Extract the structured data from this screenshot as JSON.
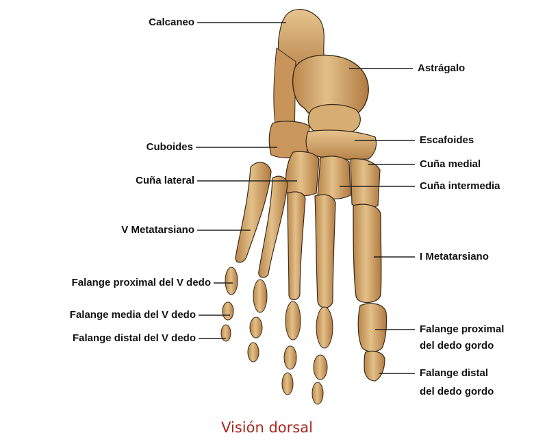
{
  "diagram": {
    "caption": "Visión dorsal",
    "colors": {
      "bone_fill": "#d4a86a",
      "bone_light": "#e9cc94",
      "bone_outline": "#3a2a1a",
      "leader": "#222222",
      "caption": "#a8281e"
    },
    "labels": {
      "calcaneo": "Calcaneo",
      "astragalo": "Astrágalo",
      "cuboides": "Cuboides",
      "escafoides": "Escafoides",
      "cuna_medial": "Cuña medial",
      "cuna_lateral": "Cuña lateral",
      "cuna_intermedia": "Cuña intermedia",
      "v_metatarsiano": "V Metatarsiano",
      "i_metatarsiano": "I Metatarsiano",
      "falange_proximal_v": "Falange proximal del V dedo",
      "falange_media_v": "Falange media del V dedo",
      "falange_distal_v": "Falange distal del V dedo",
      "falange_proximal_gordo_1": "Falange proximal",
      "falange_proximal_gordo_2": "del dedo gordo",
      "falange_distal_gordo_1": "Falange distal",
      "falange_distal_gordo_2": "del dedo gordo"
    }
  }
}
